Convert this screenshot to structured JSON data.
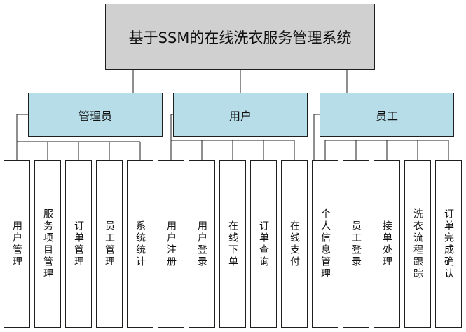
{
  "colors": {
    "root_fill": "#d0d0d0",
    "category_fill": "#b7dde8",
    "line": "#1f1f1f"
  },
  "root": {
    "label": "基于SSM的在线洗衣服务管理系统"
  },
  "categories": [
    {
      "label": "管理员",
      "children": [
        "用户管理",
        "服务项目管理",
        "订单管理",
        "员工管理",
        "系统统计"
      ]
    },
    {
      "label": "用户",
      "children": [
        "用户注册",
        "用户登录",
        "在线下单",
        "订单查询",
        "在线支付"
      ]
    },
    {
      "label": "员工",
      "children": [
        "个人信息管理",
        "员工登录",
        "接单处理",
        "洗衣流程跟踪",
        "订单完成确认"
      ]
    }
  ]
}
